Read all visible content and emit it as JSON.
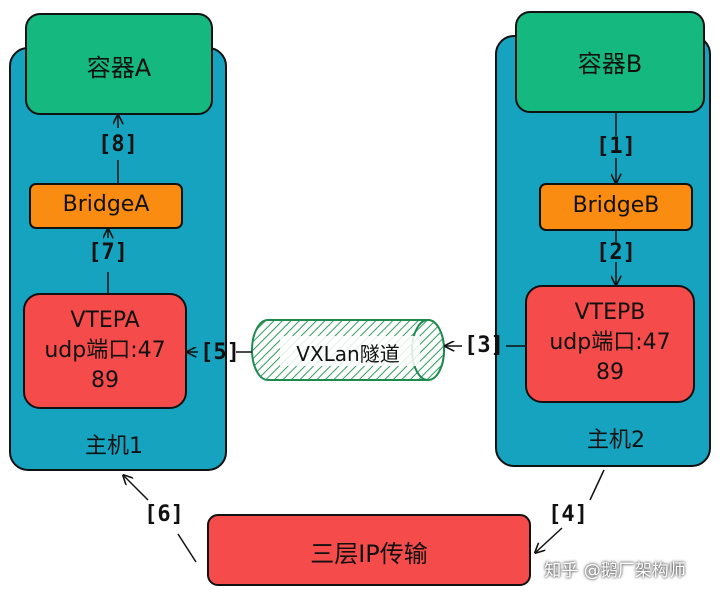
{
  "host1": {
    "label": "主机1"
  },
  "host2": {
    "label": "主机2"
  },
  "containerA": {
    "label": "容器A"
  },
  "containerB": {
    "label": "容器B"
  },
  "bridgeA": {
    "label": "BridgeA"
  },
  "bridgeB": {
    "label": "BridgeB"
  },
  "vtepA": {
    "lines": [
      "VTEPA",
      "udp端口:47",
      "89"
    ]
  },
  "vtepB": {
    "lines": [
      "VTEPB",
      "udp端口:47",
      "89"
    ]
  },
  "tunnel": {
    "label": "VXLan隧道"
  },
  "transport": {
    "label": "三层IP传输"
  },
  "steps": [
    "[1]",
    "[2]",
    "[3]",
    "[4]",
    "[5]",
    "[6]",
    "[7]",
    "[8]"
  ],
  "watermark": "知乎 @鹅厂架构师",
  "colors": {
    "host": "#16a3bf",
    "container": "#15b87f",
    "bridge": "#fb8c12",
    "vtep": "#f54b4b",
    "tunnel_fill": "#b8e3c8",
    "tunnel_stroke": "#1f8a4f",
    "stroke": "#111111"
  }
}
